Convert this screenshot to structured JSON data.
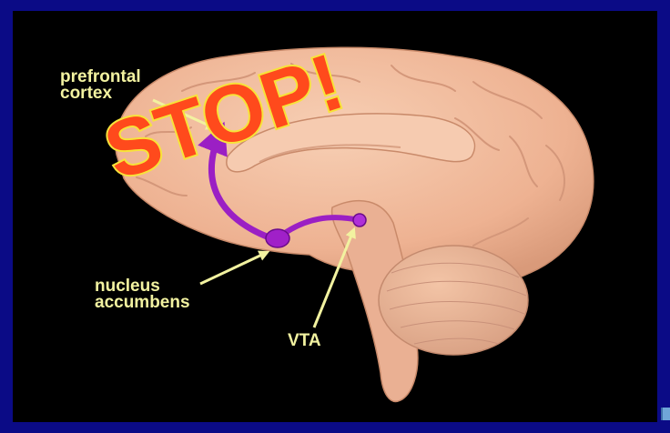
{
  "labels": {
    "prefrontal": [
      "prefrontal",
      "cortex"
    ],
    "nucleus": [
      "nucleus",
      "accumbens"
    ],
    "vta": "VTA"
  },
  "stop_text": "STOP!",
  "colors": {
    "background": "#0b0b86",
    "label": "#f2f2a0",
    "brain": "#f2b898",
    "pathway": "#9b1fc4",
    "stop_fill": "#ff4a1c",
    "stop_outline": "#f7e33a"
  },
  "icons": {
    "corner": "nav-arrow-icon"
  }
}
